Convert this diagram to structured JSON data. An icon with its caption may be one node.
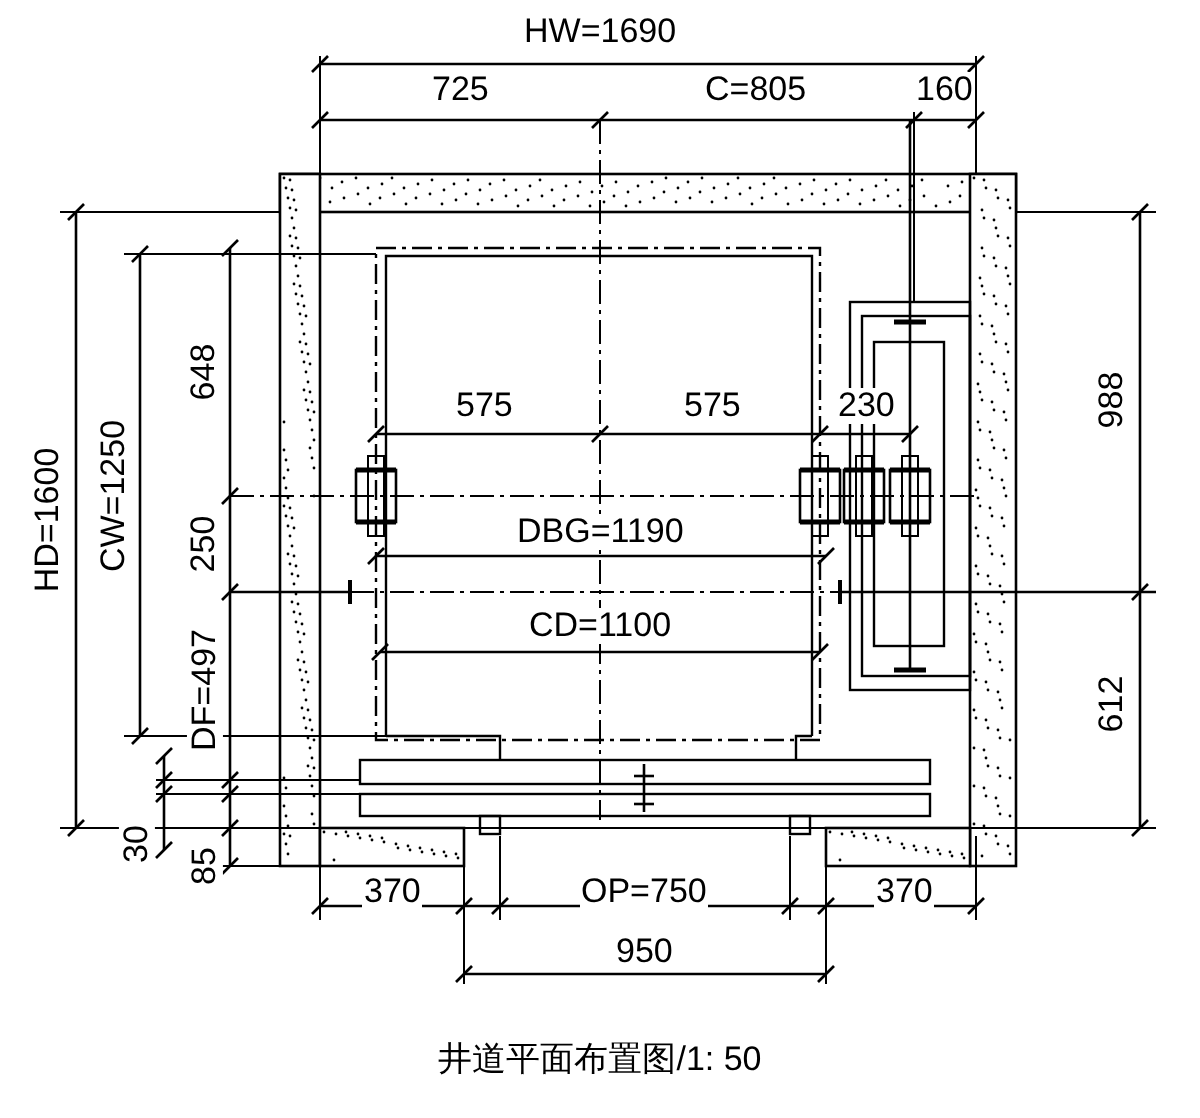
{
  "diagram": {
    "caption": "井道平面布置图/1: 50",
    "labels": [
      "HW=1690",
      "725",
      "C=805",
      "160",
      "575",
      "575",
      "230",
      "648",
      "988",
      "HD=1600",
      "CW=1250",
      "DBG=1190",
      "250",
      "CD=1100",
      "DF=497",
      "612",
      "30",
      "85",
      "370",
      "OP=750",
      "370",
      "950"
    ]
  }
}
